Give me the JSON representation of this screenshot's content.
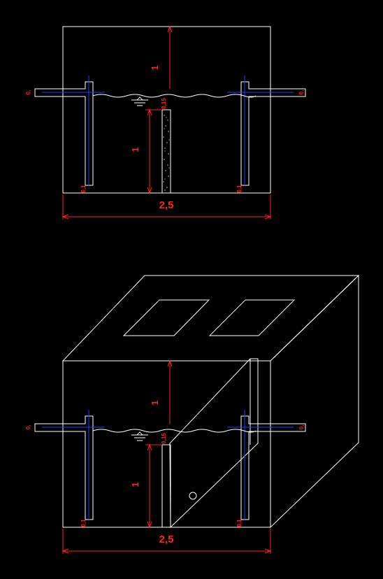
{
  "top_view": {
    "dim_height_upper": "1",
    "dim_height_lower": "1",
    "dim_width": "2,5",
    "dim_gap": "0,15",
    "dim_wall_left": "0,1",
    "dim_wall_right": "0,1",
    "dim_pipe_left": "0,",
    "dim_pipe_right": "0,"
  },
  "iso_view": {
    "dim_height_upper": "1",
    "dim_height_lower": "1",
    "dim_width": "2,5",
    "dim_gap": "0,15",
    "dim_wall_left": "0,1",
    "dim_wall_right": "0,1",
    "dim_pipe_left": "0,",
    "dim_pipe_right": "0,"
  },
  "colors": {
    "background": "#000000",
    "lines": "#ffffff",
    "dimensions": "#ff2020",
    "centerlines": "#1e3cff"
  }
}
